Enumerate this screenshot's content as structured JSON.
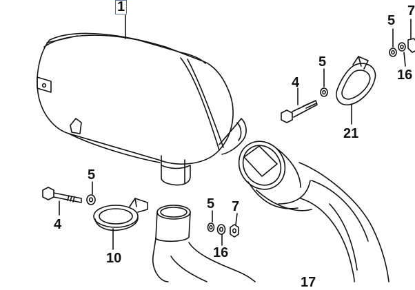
{
  "diagram": {
    "labels": {
      "muffler": "1",
      "bolt_upper": "4",
      "washer_upper": "5",
      "washer_top_right": "5",
      "nut_top_right": "7",
      "lock_washer_top_right": "16",
      "clamp_upper": "21",
      "washer_lower_left": "5",
      "bolt_lower": "4",
      "clamp_lower": "10",
      "washer_lower_mid": "5",
      "nut_lower": "7",
      "lock_washer_lower": "16",
      "partial_bottom": "17"
    },
    "colors": {
      "line": "#111111",
      "highlight_box": "#5a6f9e"
    }
  }
}
